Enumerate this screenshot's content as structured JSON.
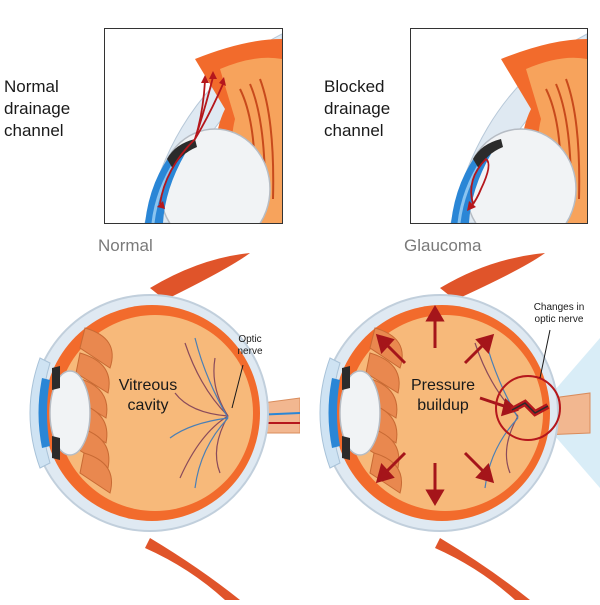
{
  "insets": {
    "normal_label": [
      "Normal",
      "drainage",
      "channel"
    ],
    "blocked_label": [
      "Blocked",
      "drainage",
      "channel"
    ]
  },
  "panels": {
    "normal_title": "Normal",
    "glaucoma_title": "Glaucoma"
  },
  "normal_eye": {
    "cavity_label": [
      "Vitreous",
      "cavity"
    ],
    "nerve_label": [
      "Optic",
      "nerve"
    ]
  },
  "glaucoma_eye": {
    "pressure_label": [
      "Pressure",
      "buildup"
    ],
    "nerve_change_label": [
      "Changes in",
      "optic nerve"
    ]
  },
  "colors": {
    "sclera": "#dfe9f2",
    "choroid": "#f26b2c",
    "vitreous": "#f7b97a",
    "iris_blue": "#2a86d6",
    "arrow_red": "#b5171c",
    "muscle": "#e0542a",
    "label_gray": "#7a7a7a"
  }
}
